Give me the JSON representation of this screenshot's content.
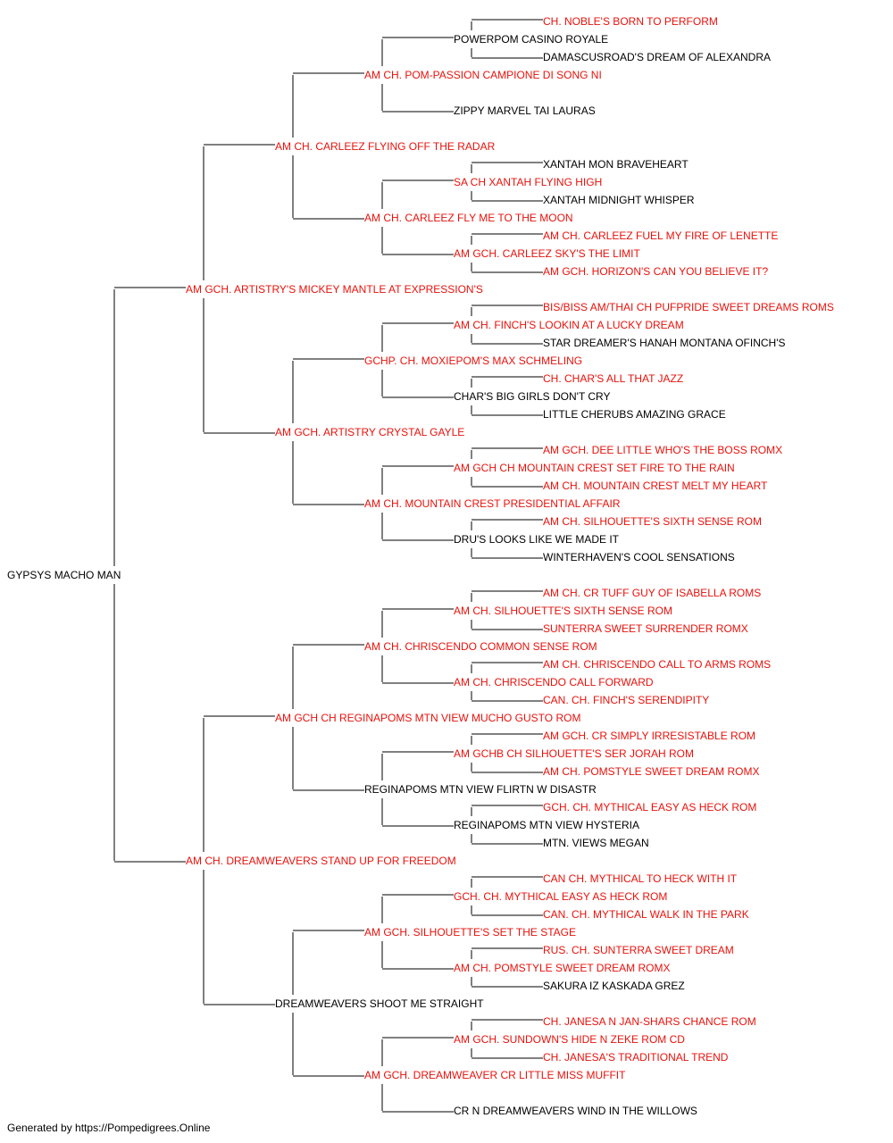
{
  "colors": {
    "titled": "#e8120c",
    "plain": "#000000",
    "line": "#000000"
  },
  "footer": "Generated by https://Pompedigrees.Online",
  "tree": {
    "name": "GYPSYS MACHO MAN",
    "titled": false,
    "sire": {
      "name": "AM GCH. ARTISTRY'S MICKEY MANTLE AT EXPRESSION'S",
      "titled": true,
      "sire": {
        "name": "AM CH. CARLEEZ FLYING OFF THE RADAR",
        "titled": true,
        "sire": {
          "name": "AM CH. POM-PASSION CAMPIONE DI SONG NI",
          "titled": true,
          "sire": {
            "name": "POWERPOM CASINO ROYALE",
            "titled": false,
            "sire": {
              "name": "CH. NOBLE'S BORN TO PERFORM",
              "titled": true
            },
            "dam": {
              "name": "DAMASCUSROAD'S DREAM OF ALEXANDRA",
              "titled": false
            }
          },
          "dam": {
            "name": "ZIPPY MARVEL TAI LAURAS",
            "titled": false
          }
        },
        "dam": {
          "name": "AM CH. CARLEEZ FLY ME TO THE MOON",
          "titled": true,
          "sire": {
            "name": "SA CH XANTAH FLYING HIGH",
            "titled": true,
            "sire": {
              "name": "XANTAH MON BRAVEHEART",
              "titled": false
            },
            "dam": {
              "name": "XANTAH MIDNIGHT WHISPER",
              "titled": false
            }
          },
          "dam": {
            "name": "AM GCH. CARLEEZ SKY'S THE LIMIT",
            "titled": true,
            "sire": {
              "name": "AM CH. CARLEEZ FUEL MY FIRE OF LENETTE",
              "titled": true
            },
            "dam": {
              "name": "AM GCH. HORIZON'S CAN YOU BELIEVE IT?",
              "titled": true
            }
          }
        }
      },
      "dam": {
        "name": "AM GCH. ARTISTRY CRYSTAL GAYLE",
        "titled": true,
        "sire": {
          "name": "GCHP. CH. MOXIEPOM'S MAX SCHMELING",
          "titled": true,
          "sire": {
            "name": "AM CH. FINCH'S LOOKIN AT A LUCKY DREAM",
            "titled": true,
            "sire": {
              "name": "BIS/BISS AM/THAI CH PUFPRIDE SWEET DREAMS ROMS",
              "titled": true
            },
            "dam": {
              "name": "STAR DREAMER'S HANAH MONTANA OFINCH'S",
              "titled": false
            }
          },
          "dam": {
            "name": "CHAR'S BIG GIRLS DON'T CRY",
            "titled": false,
            "sire": {
              "name": "CH. CHAR'S ALL THAT JAZZ",
              "titled": true
            },
            "dam": {
              "name": "LITTLE CHERUBS AMAZING GRACE",
              "titled": false
            }
          }
        },
        "dam": {
          "name": "AM CH. MOUNTAIN CREST PRESIDENTIAL AFFAIR",
          "titled": true,
          "sire": {
            "name": "AM GCH CH MOUNTAIN CREST SET FIRE TO THE RAIN",
            "titled": true,
            "sire": {
              "name": "AM GCH. DEE LITTLE WHO'S THE BOSS ROMX",
              "titled": true
            },
            "dam": {
              "name": "AM CH. MOUNTAIN CREST MELT MY HEART",
              "titled": true
            }
          },
          "dam": {
            "name": "DRU'S LOOKS LIKE WE MADE IT",
            "titled": false,
            "sire": {
              "name": "AM CH. SILHOUETTE'S SIXTH SENSE ROM",
              "titled": true
            },
            "dam": {
              "name": "WINTERHAVEN'S COOL SENSATIONS",
              "titled": false
            }
          }
        }
      }
    },
    "dam": {
      "name": "AM CH. DREAMWEAVERS STAND UP FOR FREEDOM",
      "titled": true,
      "sire": {
        "name": "AM GCH CH REGINAPOMS MTN VIEW MUCHO GUSTO ROM",
        "titled": true,
        "sire": {
          "name": "AM CH. CHRISCENDO COMMON SENSE ROM",
          "titled": true,
          "sire": {
            "name": "AM CH. SILHOUETTE'S SIXTH SENSE ROM",
            "titled": true,
            "sire": {
              "name": "AM CH. CR TUFF GUY OF ISABELLA ROMS",
              "titled": true
            },
            "dam": {
              "name": "SUNTERRA SWEET SURRENDER ROMX",
              "titled": true
            }
          },
          "dam": {
            "name": "AM CH. CHRISCENDO CALL FORWARD",
            "titled": true,
            "sire": {
              "name": "AM CH. CHRISCENDO CALL TO ARMS ROMS",
              "titled": true
            },
            "dam": {
              "name": "CAN. CH. FINCH'S SERENDIPITY",
              "titled": true
            }
          }
        },
        "dam": {
          "name": "REGINAPOMS MTN VIEW FLIRTN W DISASTR",
          "titled": false,
          "sire": {
            "name": "AM GCHB CH SILHOUETTE'S SER JORAH ROM",
            "titled": true,
            "sire": {
              "name": "AM GCH. CR SIMPLY IRRESISTABLE ROM",
              "titled": true
            },
            "dam": {
              "name": "AM CH. POMSTYLE SWEET DREAM ROMX",
              "titled": true
            }
          },
          "dam": {
            "name": "REGINAPOMS MTN VIEW HYSTERIA",
            "titled": false,
            "sire": {
              "name": "GCH. CH. MYTHICAL EASY AS HECK ROM",
              "titled": true
            },
            "dam": {
              "name": "MTN. VIEWS MEGAN",
              "titled": false
            }
          }
        }
      },
      "dam": {
        "name": "DREAMWEAVERS SHOOT ME STRAIGHT",
        "titled": false,
        "sire": {
          "name": "AM GCH. SILHOUETTE'S SET THE STAGE",
          "titled": true,
          "sire": {
            "name": "GCH. CH. MYTHICAL EASY AS HECK ROM",
            "titled": true,
            "sire": {
              "name": "CAN CH. MYTHICAL TO HECK WITH IT",
              "titled": true
            },
            "dam": {
              "name": "CAN. CH. MYTHICAL WALK IN THE PARK",
              "titled": true
            }
          },
          "dam": {
            "name": "AM CH. POMSTYLE SWEET DREAM ROMX",
            "titled": true,
            "sire": {
              "name": "RUS. CH. SUNTERRA SWEET DREAM",
              "titled": true
            },
            "dam": {
              "name": "SAKURA IZ KASKADA GREZ",
              "titled": false
            }
          }
        },
        "dam": {
          "name": "AM GCH. DREAMWEAVER CR LITTLE MISS MUFFIT",
          "titled": true,
          "sire": {
            "name": "AM GCH. SUNDOWN'S HIDE N ZEKE ROM CD",
            "titled": true,
            "sire": {
              "name": "CH. JANESA N JAN-SHARS CHANCE ROM",
              "titled": true
            },
            "dam": {
              "name": "CH. JANESA'S TRADITIONAL TREND",
              "titled": true
            }
          },
          "dam": {
            "name": "CR N DREAMWEAVERS WIND IN THE WILLOWS",
            "titled": false
          }
        }
      }
    }
  }
}
